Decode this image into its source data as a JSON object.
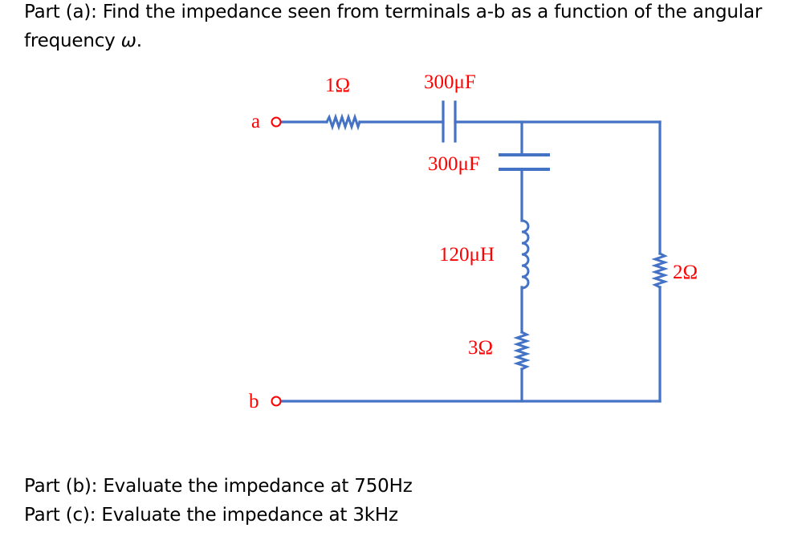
{
  "questions": {
    "part_a_prefix": "Part (a): Find the impedance seen from terminals a-b as a function of the angular frequency ",
    "part_a_symbol": "ω",
    "part_a_suffix": ".",
    "part_b": "Part (b): Evaluate the impedance at 750Hz",
    "part_c": "Part (c): Evaluate the impedance at 3kHz"
  },
  "circuit": {
    "wire_color": "#4472c4",
    "label_color": "#ff0000",
    "terminals": [
      {
        "id": "a",
        "label": "a"
      },
      {
        "id": "b",
        "label": "b"
      }
    ],
    "components": [
      {
        "id": "R1",
        "type": "resistor",
        "value": "1Ω",
        "position": "series, top branch"
      },
      {
        "id": "C1",
        "type": "capacitor",
        "value": "300μF",
        "position": "series, top branch"
      },
      {
        "id": "C2",
        "type": "capacitor",
        "value": "300μF",
        "position": "shunt branch, top"
      },
      {
        "id": "L1",
        "type": "inductor",
        "value": "120μH",
        "position": "shunt branch, middle"
      },
      {
        "id": "R3",
        "type": "resistor",
        "value": "3Ω",
        "position": "shunt branch, bottom"
      },
      {
        "id": "R2",
        "type": "resistor",
        "value": "2Ω",
        "position": "right branch"
      }
    ]
  }
}
